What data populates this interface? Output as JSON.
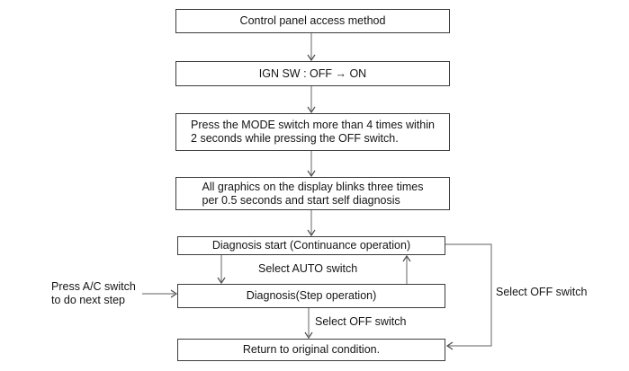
{
  "canvas": {
    "background": "#ffffff",
    "box_border_color": "#3c3c3c",
    "connector_color": "#7f7f7f",
    "text_color": "#141414"
  },
  "flowchart": {
    "nodes": [
      {
        "id": "control-panel-access-method",
        "lines": [
          "Control panel access method"
        ]
      },
      {
        "id": "ign-sw",
        "lines": [
          "IGN SW : OFF → ON"
        ]
      },
      {
        "id": "press-mode-switch",
        "lines": [
          "Press the MODE switch more than 4 times within",
          "2 seconds while pressing the OFF switch."
        ]
      },
      {
        "id": "graphics-blink",
        "lines": [
          "All graphics on the display blinks three times",
          "per 0.5 seconds and start self diagnosis"
        ]
      },
      {
        "id": "diagnosis-start",
        "lines": [
          "Diagnosis start (Continuance operation)"
        ]
      },
      {
        "id": "diagnosis-step",
        "lines": [
          "Diagnosis(Step operation)"
        ]
      },
      {
        "id": "return-original",
        "lines": [
          "Return to original condition."
        ]
      }
    ],
    "edge_labels": {
      "select_auto": "Select AUTO switch",
      "select_off_step": "Select OFF switch",
      "select_off_right": "Select OFF switch",
      "press_ac_line1": "Press A/C switch",
      "press_ac_line2": "to do next step"
    }
  }
}
